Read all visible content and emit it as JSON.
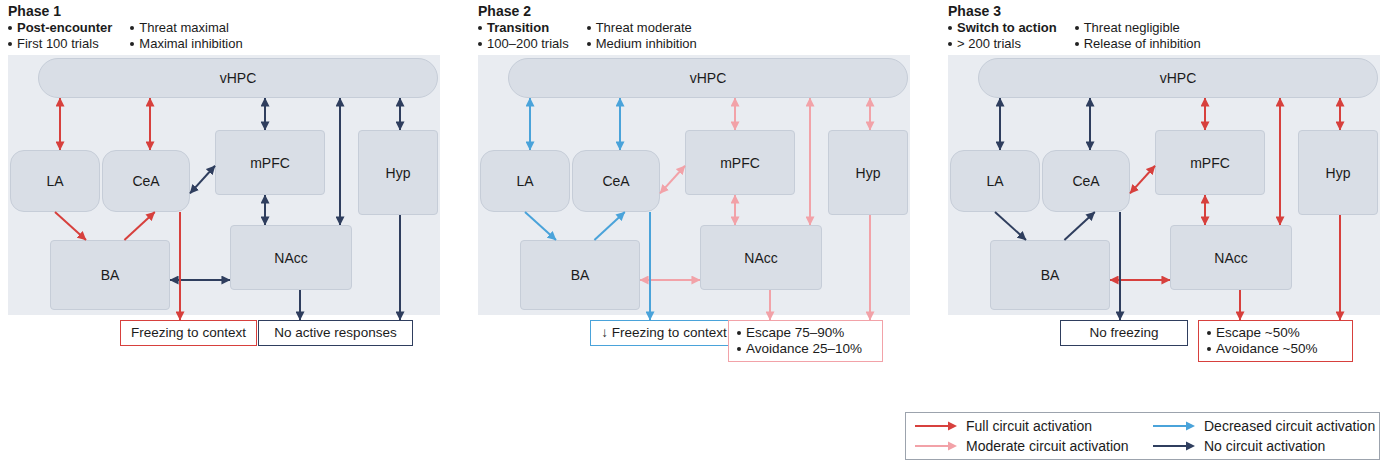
{
  "diagram": {
    "nodes": [
      {
        "text": [
          "Phase 1",
          "Post-encounter",
          "Threat maximal",
          "First 100 trials",
          "Maximal inhibition"
        ]
      },
      {
        "text": [
          "vHPC"
        ],
        "in": 0
      },
      {
        "text": [
          "LA"
        ],
        "in": 0
      },
      {
        "text": [
          "CeA"
        ],
        "in": 0
      },
      {
        "text": [
          "mPFC"
        ],
        "in": 0
      },
      {
        "text": [
          "BA"
        ],
        "in": 0
      },
      {
        "text": [
          "NAcc"
        ],
        "in": 0
      },
      {
        "text": [
          "Hyp"
        ],
        "in": 0
      },
      {
        "text": [
          "Freezing to context"
        ]
      },
      {
        "text": [
          "No active responses"
        ]
      },
      {
        "text": [
          "Phase 2",
          "Transition",
          "Threat moderate",
          "100–200 trials",
          "Medium inhibition"
        ]
      },
      {
        "text": [
          "vHPC"
        ],
        "in": 10
      },
      {
        "text": [
          "LA"
        ],
        "in": 10
      },
      {
        "text": [
          "CeA"
        ],
        "in": 10
      },
      {
        "text": [
          "mPFC"
        ],
        "in": 10
      },
      {
        "text": [
          "BA"
        ],
        "in": 10
      },
      {
        "text": [
          "NAcc"
        ],
        "in": 10
      },
      {
        "text": [
          "Hyp"
        ],
        "in": 10
      },
      {
        "text": [
          "↓ Freezing to context"
        ]
      },
      {
        "text": [
          "Escape 75–90%",
          "Avoidance 25–10%"
        ]
      },
      {
        "text": [
          "Phase 3",
          "Switch to action",
          "Threat negligible",
          "> 200 trials",
          "Release of inhibition"
        ]
      },
      {
        "text": [
          "vHPC"
        ],
        "in": 20
      },
      {
        "text": [
          "LA"
        ],
        "in": 20
      },
      {
        "text": [
          "CeA"
        ],
        "in": 20
      },
      {
        "text": [
          "mPFC"
        ],
        "in": 20
      },
      {
        "text": [
          "BA"
        ],
        "in": 20
      },
      {
        "text": [
          "NAcc"
        ],
        "in": 20
      },
      {
        "text": [
          "Hyp"
        ],
        "in": 20
      },
      {
        "text": [
          "No freezing"
        ]
      },
      {
        "text": [
          "Escape ~50%",
          "Avoidance ~50%"
        ]
      }
    ],
    "edges": [
      {
        "from": 1,
        "to": 2,
        "arrow": "both"
      },
      {
        "from": 1,
        "to": 3,
        "arrow": "both"
      },
      {
        "from": 1,
        "to": 4,
        "arrow": "both"
      },
      {
        "from": 1,
        "to": 6,
        "arrow": "both"
      },
      {
        "from": 1,
        "to": 7,
        "arrow": "both"
      },
      {
        "from": 2,
        "to": 5,
        "arrow": "to"
      },
      {
        "from": 5,
        "to": 3,
        "arrow": "to"
      },
      {
        "from": 3,
        "to": 4,
        "arrow": "both"
      },
      {
        "from": 4,
        "to": 6,
        "arrow": "both"
      },
      {
        "from": 5,
        "to": 6,
        "arrow": "both"
      },
      {
        "from": 3,
        "to": 8,
        "arrow": "to"
      },
      {
        "from": 6,
        "to": 9,
        "arrow": "to"
      },
      {
        "from": 7,
        "to": 9,
        "arrow": "to"
      },
      {
        "from": 11,
        "to": 12,
        "arrow": "both"
      },
      {
        "from": 11,
        "to": 13,
        "arrow": "both"
      },
      {
        "from": 11,
        "to": 14,
        "arrow": "both"
      },
      {
        "from": 11,
        "to": 16,
        "arrow": "both"
      },
      {
        "from": 11,
        "to": 17,
        "arrow": "both"
      },
      {
        "from": 12,
        "to": 15,
        "arrow": "to"
      },
      {
        "from": 15,
        "to": 13,
        "arrow": "to"
      },
      {
        "from": 13,
        "to": 14,
        "arrow": "both"
      },
      {
        "from": 14,
        "to": 16,
        "arrow": "both"
      },
      {
        "from": 15,
        "to": 16,
        "arrow": "both"
      },
      {
        "from": 13,
        "to": 18,
        "arrow": "to"
      },
      {
        "from": 16,
        "to": 19,
        "arrow": "to"
      },
      {
        "from": 17,
        "to": 19,
        "arrow": "to"
      },
      {
        "from": 21,
        "to": 22,
        "arrow": "both"
      },
      {
        "from": 21,
        "to": 23,
        "arrow": "both"
      },
      {
        "from": 21,
        "to": 24,
        "arrow": "both"
      },
      {
        "from": 21,
        "to": 26,
        "arrow": "both"
      },
      {
        "from": 21,
        "to": 27,
        "arrow": "both"
      },
      {
        "from": 22,
        "to": 25,
        "arrow": "to"
      },
      {
        "from": 25,
        "to": 23,
        "arrow": "to"
      },
      {
        "from": 23,
        "to": 24,
        "arrow": "both"
      },
      {
        "from": 24,
        "to": 26,
        "arrow": "both"
      },
      {
        "from": 25,
        "to": 26,
        "arrow": "both"
      },
      {
        "from": 23,
        "to": 28,
        "arrow": "to"
      },
      {
        "from": 26,
        "to": 29,
        "arrow": "to"
      },
      {
        "from": 27,
        "to": 29,
        "arrow": "to"
      }
    ],
    "legend": [
      {
        "text": "Full circuit activation",
        "color": "#d7403d"
      },
      {
        "text": "Decreased circuit activation",
        "color": "#4aa3da"
      },
      {
        "text": "Moderate circuit activation",
        "color": "#f2a2a8"
      },
      {
        "text": "No circuit activation",
        "color": "#2f3e5e"
      }
    ]
  }
}
